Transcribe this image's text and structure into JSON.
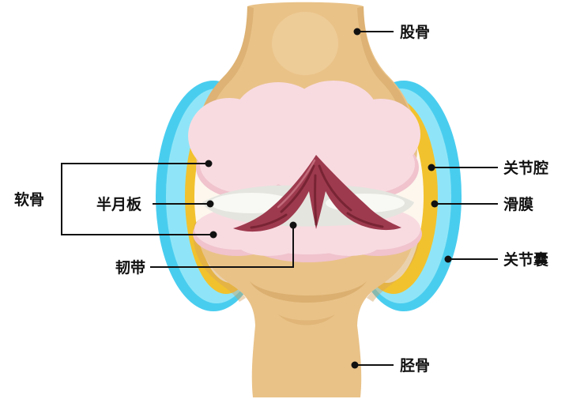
{
  "diagram": {
    "labels": {
      "femur": "股骨",
      "cartilage": "软骨",
      "meniscus": "半月板",
      "ligament": "韧带",
      "joint_cavity": "关节腔",
      "synovium": "滑膜",
      "joint_capsule": "关节囊",
      "tibia": "胫骨"
    },
    "colors": {
      "background": "#ffffff",
      "bone": "#e9c288",
      "bone_shadow": "#d2a25f",
      "bone_highlight": "#f3d6a4",
      "cartilage": "#f8dbe1",
      "cartilage_shadow": "#f0c3cd",
      "meniscus": "#e4e5df",
      "meniscus_highlight": "#fbfbf8",
      "ligament": "#9e3a4e",
      "ligament_dark": "#6e1f2e",
      "ligament_highlight": "#c4707e",
      "capsule_outer": "#49cdef",
      "capsule_inner": "#8fe5f7",
      "synovium": "#f2c22e",
      "cavity": "#fdf7ee",
      "line": "#111111",
      "text": "#111111"
    }
  }
}
